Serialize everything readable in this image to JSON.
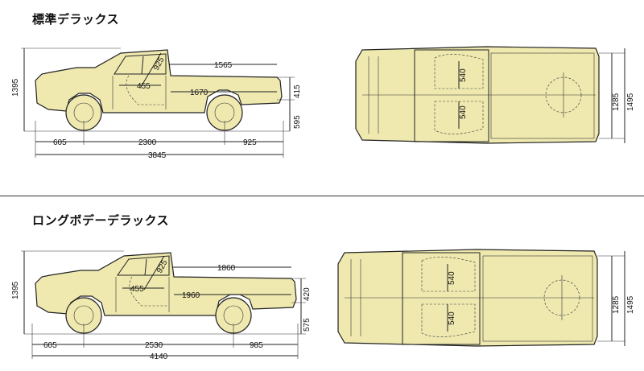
{
  "sections": {
    "standard": {
      "title": "標準デラックス",
      "side_dims": {
        "height": "1395",
        "bed_length": "1565",
        "seat_height": "925",
        "seat_to_floor": "455",
        "bed_floor": "1670",
        "bed_depth": "415",
        "loading_height": "595",
        "front_overhang": "605",
        "wheelbase": "2300",
        "rear_overhang": "925",
        "overall_length": "3845"
      },
      "top_dims": {
        "seat_width_front": "540",
        "seat_width_rear": "540",
        "bed_width": "1285",
        "overall_width": "1495"
      }
    },
    "long": {
      "title": "ロングボデーデラックス",
      "side_dims": {
        "height": "1395",
        "bed_length": "1860",
        "seat_height": "925",
        "seat_to_floor": "455",
        "bed_floor": "1960",
        "bed_depth": "420",
        "loading_height": "575",
        "front_overhang": "605",
        "wheelbase": "2530",
        "rear_overhang": "985",
        "overall_length": "4140"
      },
      "top_dims": {
        "seat_width_front": "540",
        "seat_width_rear": "540",
        "bed_width": "1285",
        "overall_width": "1495"
      }
    }
  }
}
